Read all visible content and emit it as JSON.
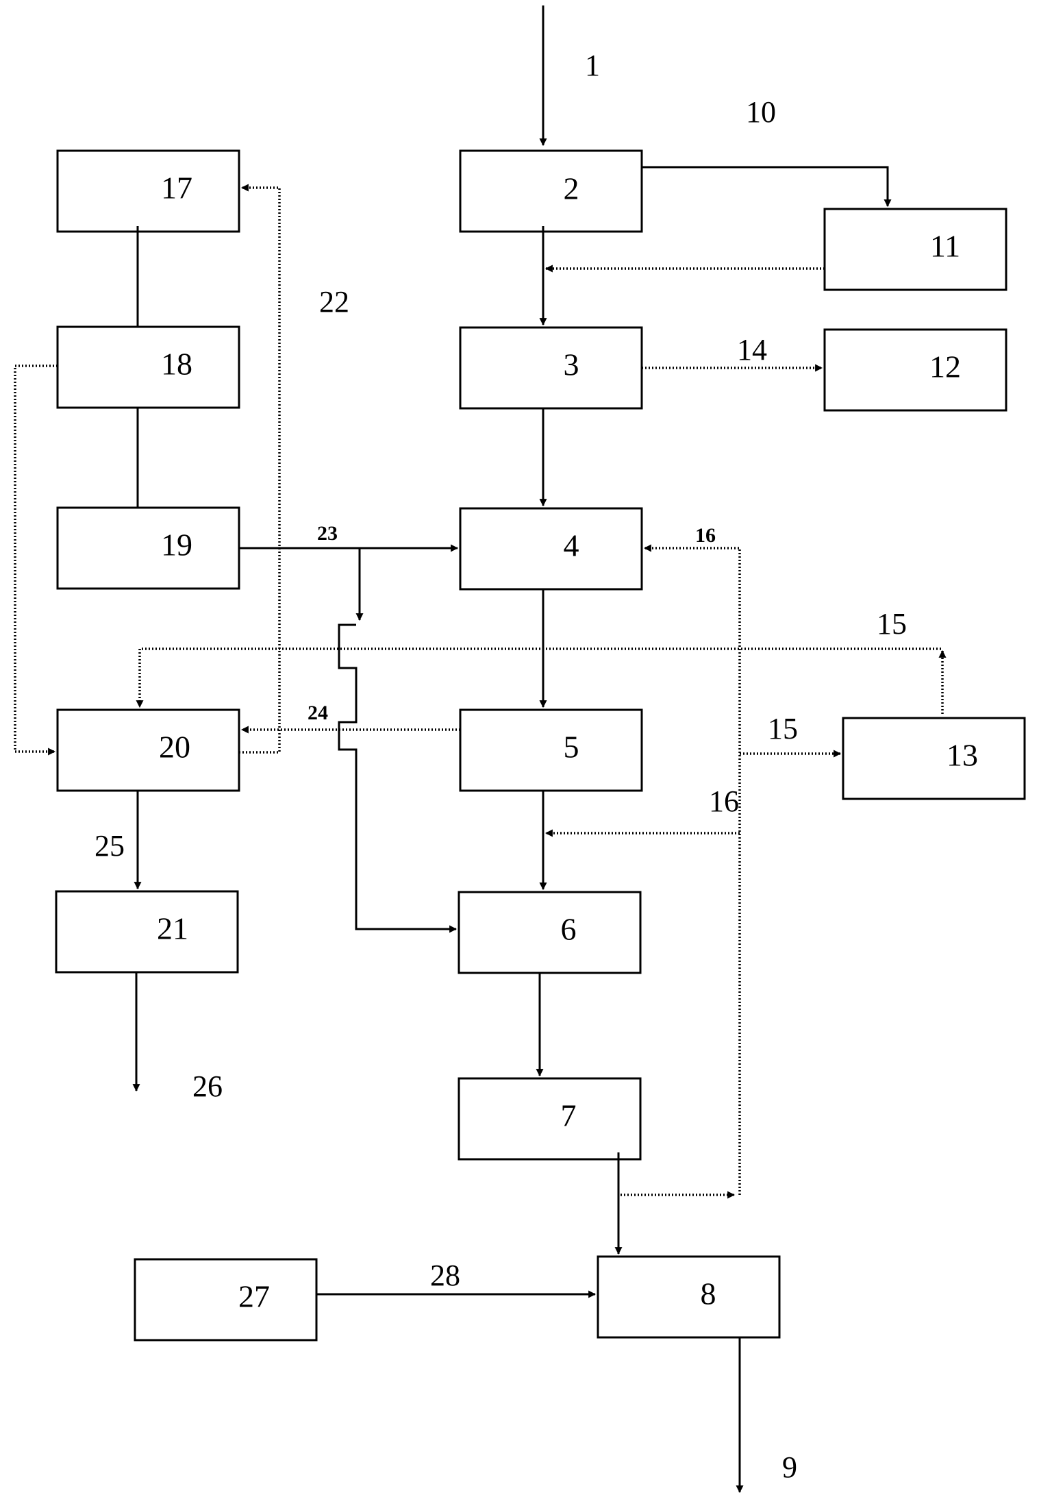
{
  "boxes": {
    "b2": "2",
    "b3": "3",
    "b4": "4",
    "b5": "5",
    "b6": "6",
    "b7": "7",
    "b8": "8",
    "b11": "11",
    "b12": "12",
    "b13": "13",
    "b17": "17",
    "b18": "18",
    "b19": "19",
    "b20": "20",
    "b21": "21",
    "b27": "27"
  },
  "labels": {
    "l1": "1",
    "l9": "9",
    "l10": "10",
    "l14": "14",
    "l15a": "15",
    "l15b": "15",
    "l16a": "16",
    "l16b": "16",
    "l22": "22",
    "l23": "23",
    "l24": "24",
    "l25": "25",
    "l26": "26",
    "l28": "28"
  }
}
